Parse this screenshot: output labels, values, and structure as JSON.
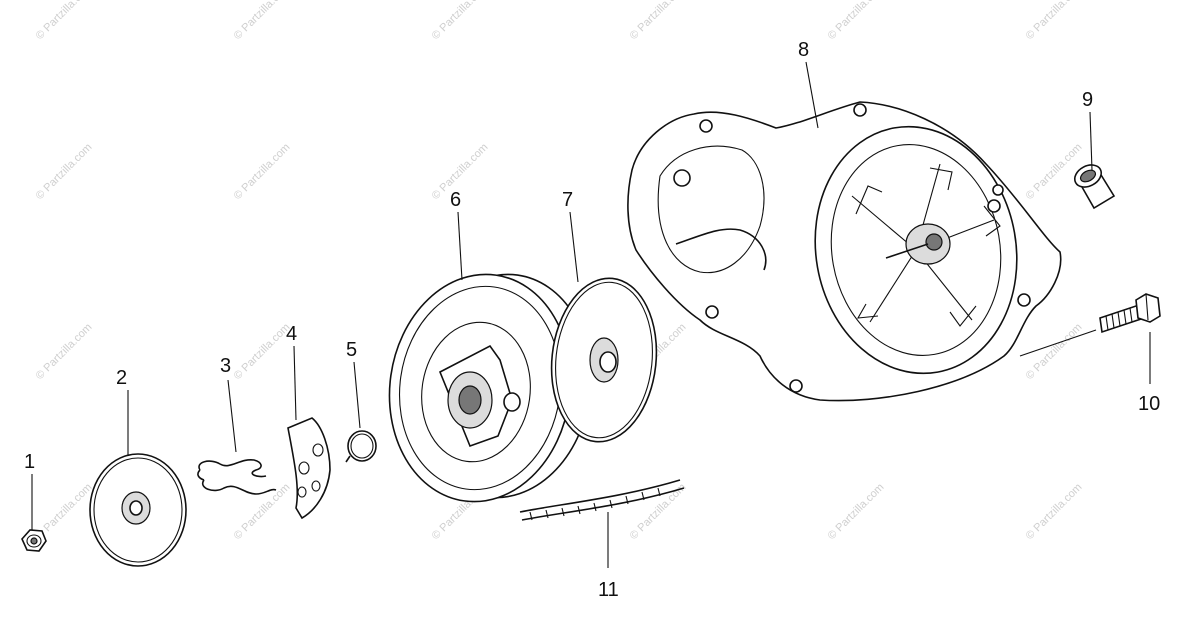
{
  "watermark": "© Partzilla.com",
  "callouts": [
    {
      "id": "1",
      "label": "1"
    },
    {
      "id": "2",
      "label": "2"
    },
    {
      "id": "3",
      "label": "3"
    },
    {
      "id": "4",
      "label": "4"
    },
    {
      "id": "5",
      "label": "5"
    },
    {
      "id": "6",
      "label": "6"
    },
    {
      "id": "7",
      "label": "7"
    },
    {
      "id": "8",
      "label": "8"
    },
    {
      "id": "9",
      "label": "9"
    },
    {
      "id": "10",
      "label": "10"
    },
    {
      "id": "11",
      "label": "11"
    }
  ]
}
